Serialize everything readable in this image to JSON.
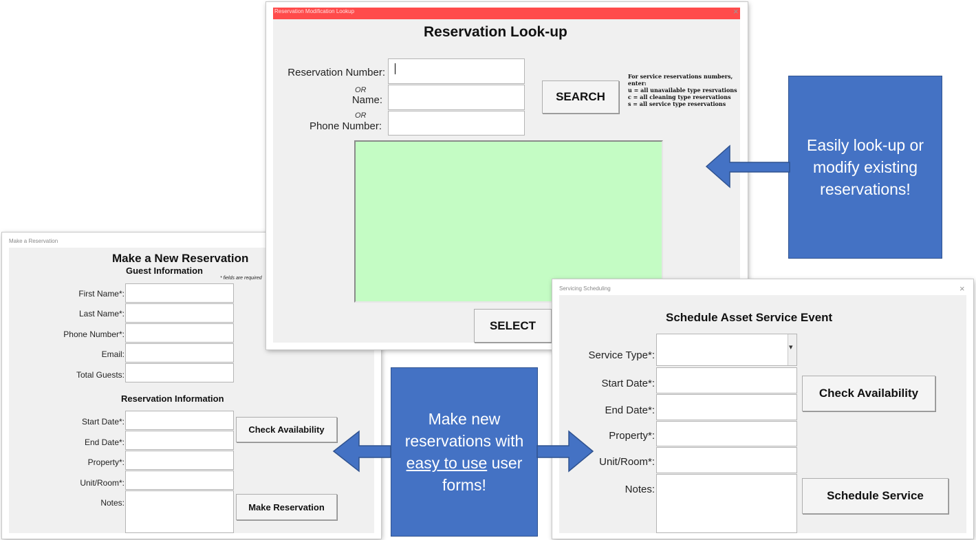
{
  "make_reservation": {
    "window_title": "Make a Reservation",
    "heading": "Make a New Reservation",
    "guest_section": "Guest Information",
    "required_note": "* fields are required",
    "guest_fields": [
      "First Name*:",
      "Last Name*:",
      "Phone Number*:",
      "Email:",
      "Total Guests:"
    ],
    "reservation_section": "Reservation Information",
    "reservation_fields": [
      "Start Date*:",
      "End Date*:",
      "Property*:",
      "Unit/Room*:"
    ],
    "notes_label": "Notes:",
    "check_button": "Check Availability",
    "make_button": "Make Reservation"
  },
  "lookup": {
    "window_title": "Reservation Modification Lookup",
    "close": "×",
    "title_bar_color": "#ff4b4b",
    "heading": "Reservation Look-up",
    "reservation_number_label": "Reservation Number:",
    "or_label": "OR",
    "name_label": "Name:",
    "phone_label": "Phone Number:",
    "search_button": "SEARCH",
    "help_lines": [
      "For service reservations numbers, enter:",
      "u = all unavailable type resrvations",
      "c = all cleaning type reservations",
      "s = all service type reservations"
    ],
    "results_color": "#c4fcc4",
    "select_button": "SELECT"
  },
  "service": {
    "window_title": "Servicing Scheduling",
    "close": "×",
    "heading": "Schedule Asset Service Event",
    "service_type_label": "Service Type*:",
    "service_type_value": "",
    "dropdown_arrow": "▾",
    "fields": [
      "Start Date*:",
      "End Date*:",
      "Property*:",
      "Unit/Room*:"
    ],
    "notes_label": "Notes:",
    "check_button": "Check Availability",
    "schedule_button": "Schedule Service"
  },
  "callouts": {
    "lookup_text": "Easily look-up or modify existing reservations!",
    "new_prefix": "Make new reservations with",
    "new_underlined": "easy to use",
    "new_suffix": "user forms!",
    "color": "#4472c4"
  }
}
